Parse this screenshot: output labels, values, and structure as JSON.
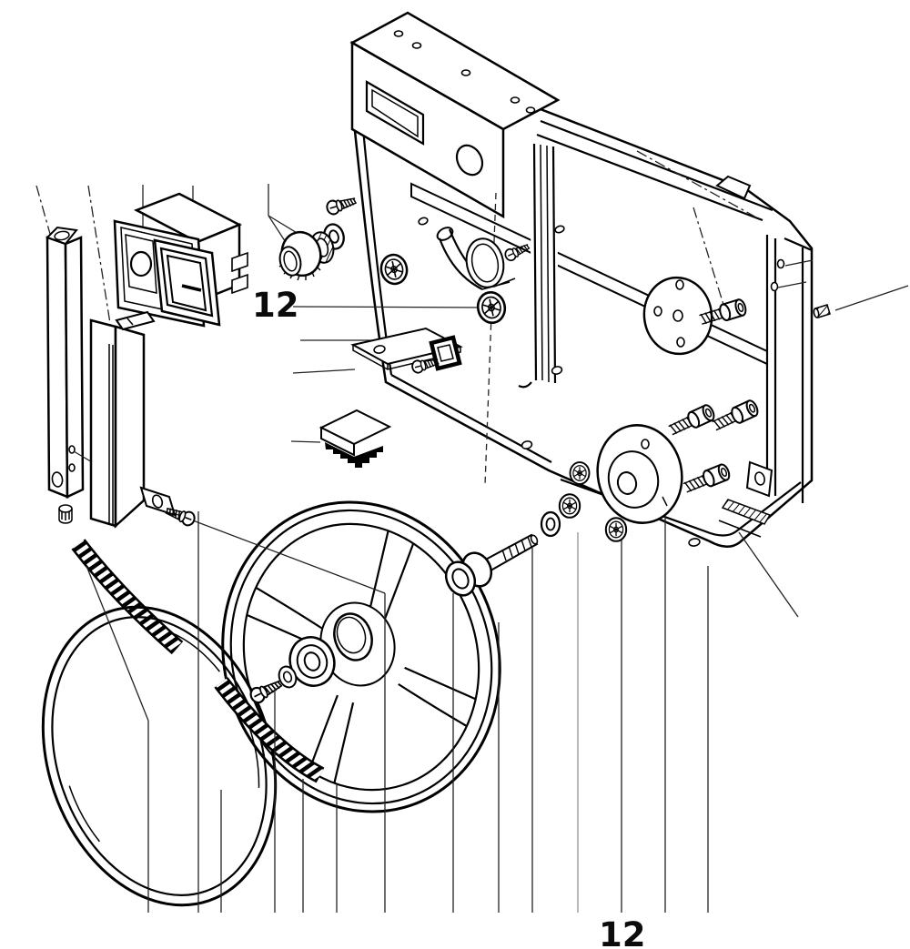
{
  "diagram": {
    "type": "exploded-parts-diagram",
    "background": "#ffffff",
    "line_color": "#000000",
    "label_color": "#0b0b0b",
    "callouts": [
      {
        "text": "12"
      },
      {
        "text": "12"
      }
    ],
    "parts": [
      "frame-chassis",
      "control-panel-box",
      "rocker-switch",
      "square-post",
      "channel-bracket",
      "cleaning-brush",
      "mounting-plate",
      "cable-clamp",
      "band-wheel",
      "wheel-bearing",
      "axle-shaft",
      "drive-belt",
      "tire-ring",
      "motor-flange",
      "bearing-flange",
      "socket-head-screws",
      "torx-screws",
      "washers",
      "nuts",
      "knurled-knob"
    ]
  }
}
